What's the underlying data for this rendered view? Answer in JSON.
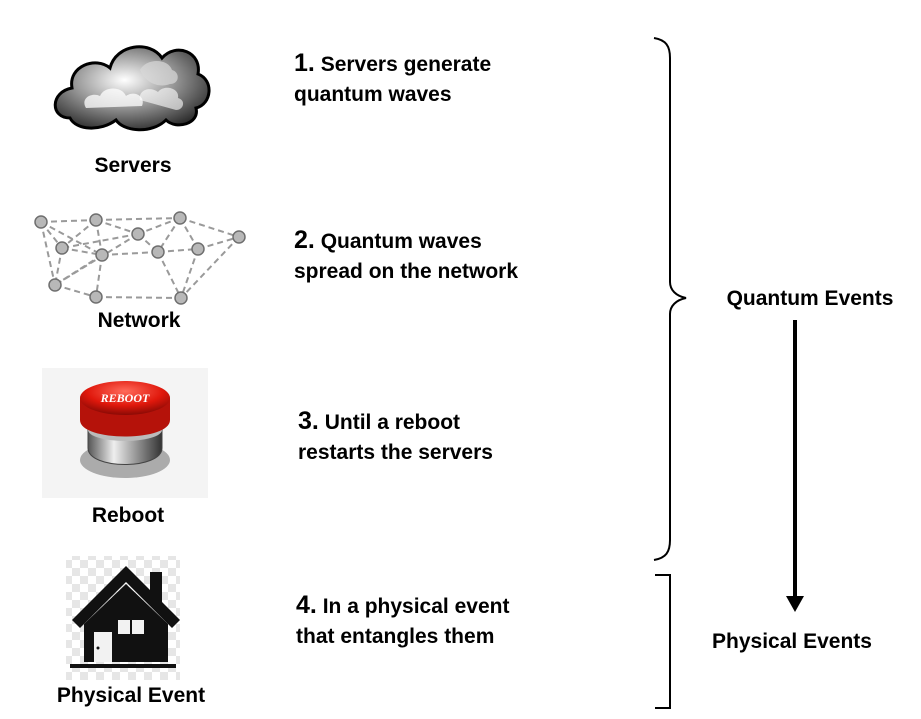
{
  "items": [
    {
      "label": "Servers",
      "icon": "cloud-icon",
      "step_number": "1.",
      "step_line1": "Servers generate",
      "step_line2": "quantum waves"
    },
    {
      "label": "Network",
      "icon": "network-icon",
      "step_number": "2.",
      "step_line1": "Quantum waves",
      "step_line2": "spread on the network"
    },
    {
      "label": "Reboot",
      "icon": "reboot-button-icon",
      "button_text": "REBOOT",
      "step_number": "3.",
      "step_line1": "Until a reboot",
      "step_line2": "restarts the servers"
    },
    {
      "label": "Physical Event",
      "icon": "house-icon",
      "step_number": "4.",
      "step_line1": "In a physical event",
      "step_line2": "that entangles them"
    }
  ],
  "groups": {
    "quantum": "Quantum Events",
    "physical": "Physical Events"
  }
}
